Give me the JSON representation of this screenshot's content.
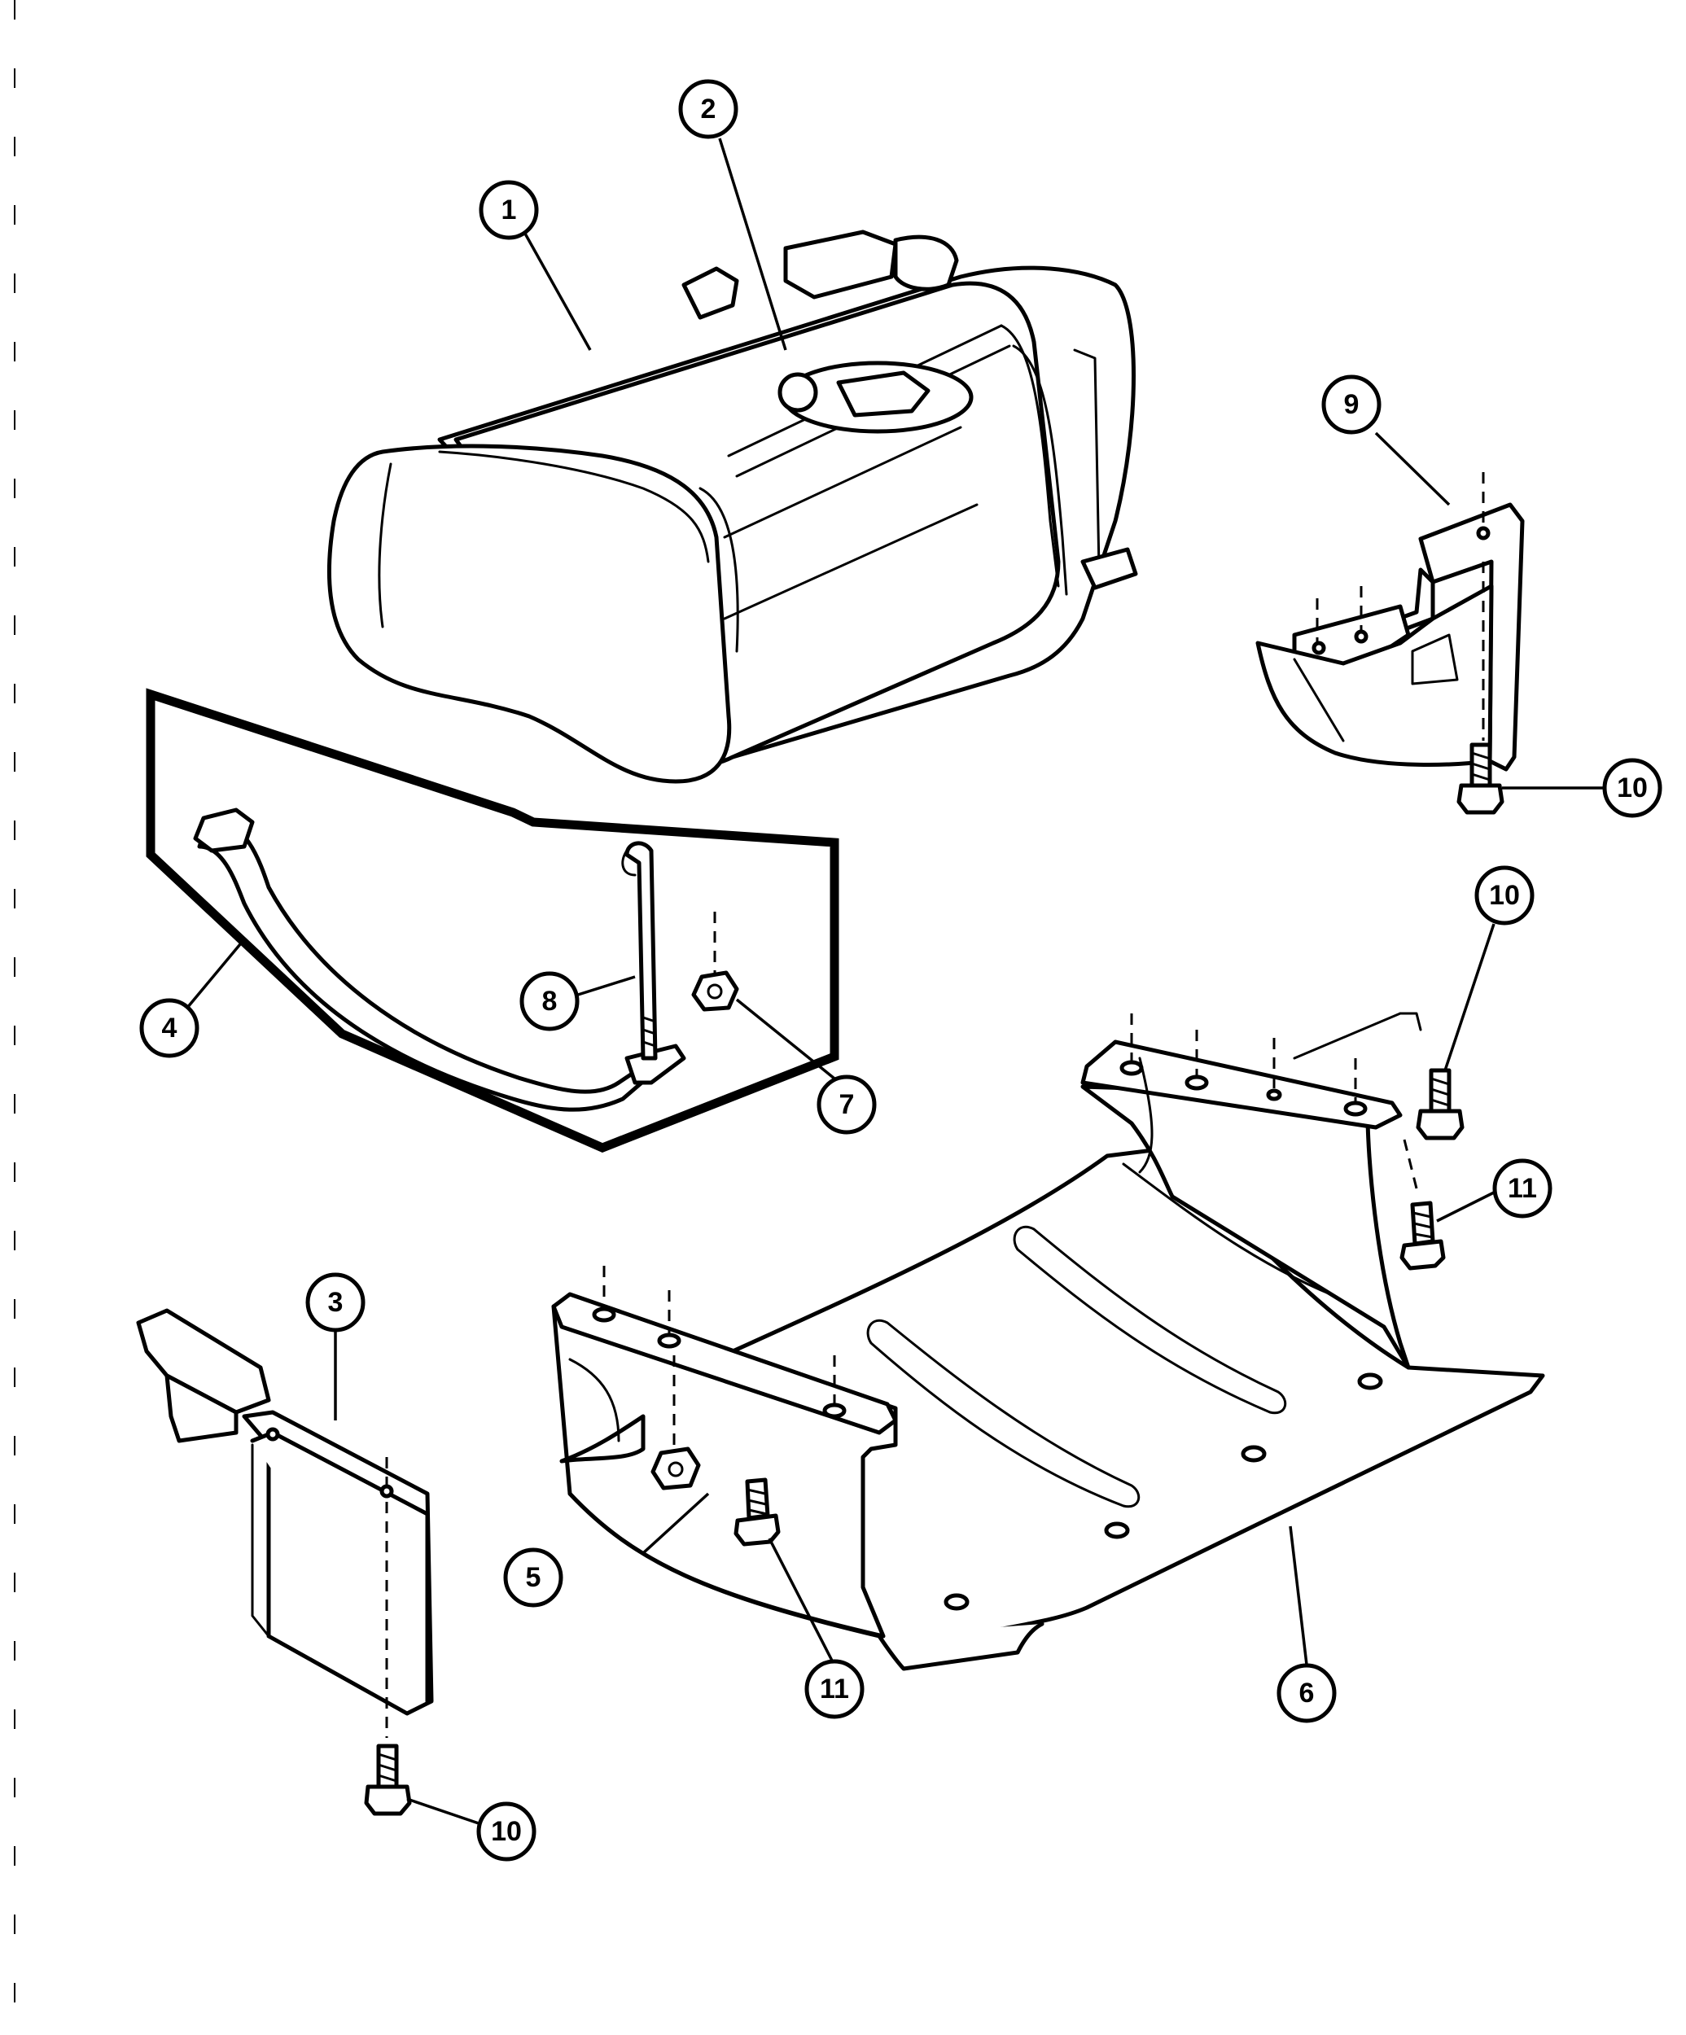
{
  "callouts": [
    {
      "id": "1",
      "label": "1"
    },
    {
      "id": "2",
      "label": "2"
    },
    {
      "id": "3",
      "label": "3"
    },
    {
      "id": "4",
      "label": "4"
    },
    {
      "id": "5",
      "label": "5"
    },
    {
      "id": "6",
      "label": "6"
    },
    {
      "id": "7",
      "label": "7"
    },
    {
      "id": "8",
      "label": "8"
    },
    {
      "id": "9",
      "label": "9"
    },
    {
      "id": "10a",
      "label": "10"
    },
    {
      "id": "10b",
      "label": "10"
    },
    {
      "id": "10c",
      "label": "10"
    },
    {
      "id": "11a",
      "label": "11"
    },
    {
      "id": "11b",
      "label": "11"
    }
  ]
}
